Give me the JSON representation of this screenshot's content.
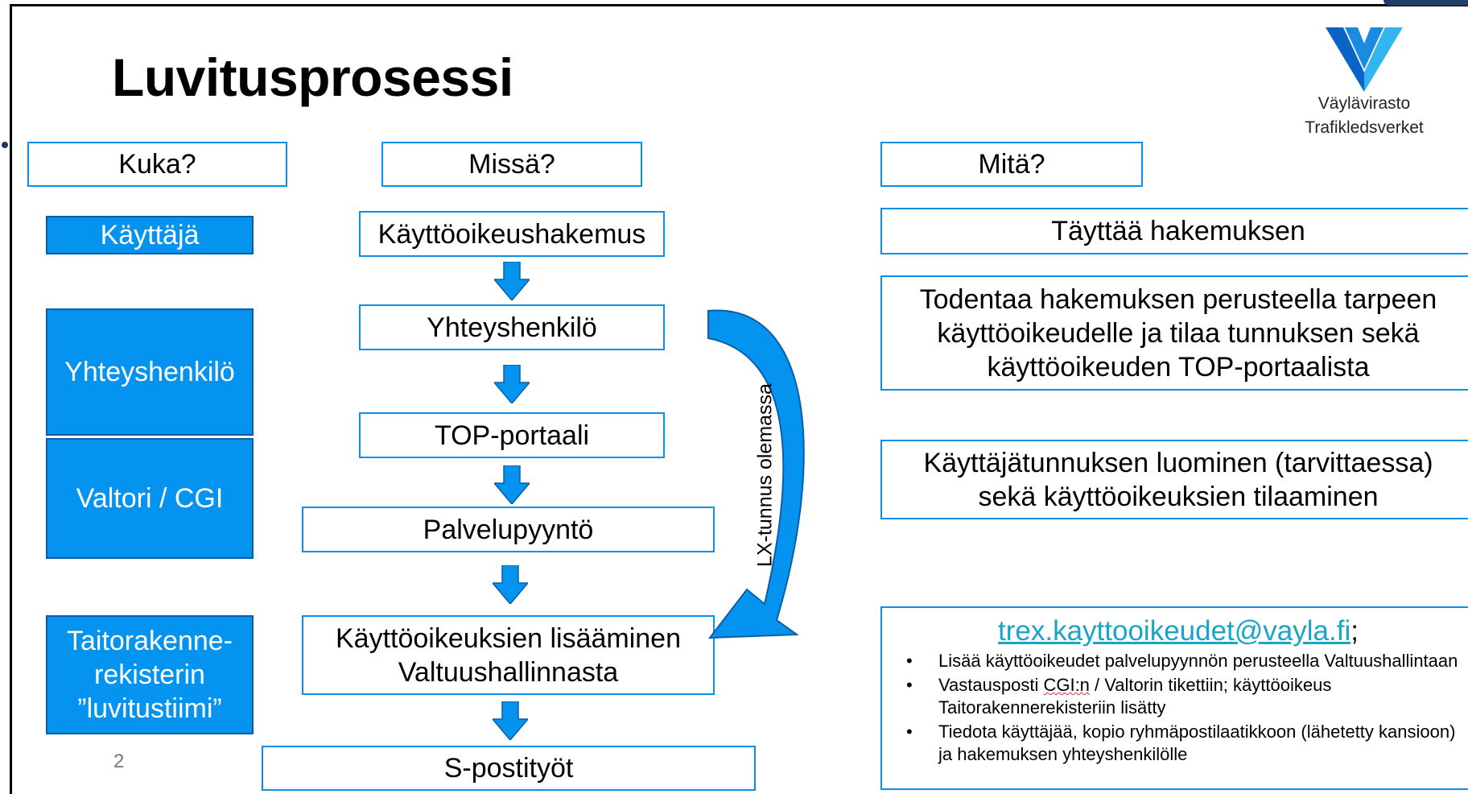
{
  "title": "Luvitusprosessi",
  "logo": {
    "line1": "Väylävirasto",
    "line2": "Trafikledsverket",
    "color_light": "#33b5f0",
    "color_dark": "#0a64c8"
  },
  "headers": {
    "who": "Kuka?",
    "where": "Missä?",
    "what": "Mitä?"
  },
  "who": {
    "kayttaja": "Käyttäjä",
    "yhteyshenkilo": "Yhteyshenkilö",
    "valtori": "Valtori / CGI",
    "taito1": "Taitorakenne-",
    "taito2": "rekisterin",
    "taito3": "”luvitustiimi”"
  },
  "where": {
    "hakemus": "Käyttöoikeushakemus",
    "yhteys": "Yhteyshenkilö",
    "top": "TOP-portaali",
    "palvelu": "Palvelupyyntö",
    "lisaaminen1": "Käyttöoikeuksien lisääminen",
    "lisaaminen2": "Valtuushallinnasta",
    "sposti": "S-postityöt"
  },
  "curve_label": "LX-tunnus olemassa",
  "what": {
    "taytta": "Täyttää hakemuksen",
    "todentaa1": "Todentaa hakemuksen perusteella tarpeen",
    "todentaa2": "käyttöoikeudelle ja tilaa tunnuksen sekä",
    "todentaa3": "käyttöoikeuden TOP-portaalista",
    "luominen1": "Käyttäjätunnuksen luominen (tarvittaessa)",
    "luominen2": "sekä käyttöoikeuksien tilaaminen",
    "email": "trex.kayttooikeudet@vayla.fi",
    "email_suffix": ";",
    "bullet1": "Lisää käyttöoikeudet palvelupyynnön perusteella Valtuushallintaan",
    "bullet2_a": "Vastausposti ",
    "bullet2_b": "CGI:n",
    "bullet2_c": " / Valtorin tikettiin; käyttöoikeus Taitorakennerekisteriin lisätty",
    "bullet3": "Tiedota käyttäjää, kopio ryhmäpostilaatikkoon (lähetetty kansioon) ja hakemuksen yhteyshenkilölle"
  },
  "page_number": "2",
  "colors": {
    "box_border": "#0b8ee8",
    "who_fill": "#0593f0",
    "arrow": "#0593f0",
    "link": "#19a6c6"
  }
}
